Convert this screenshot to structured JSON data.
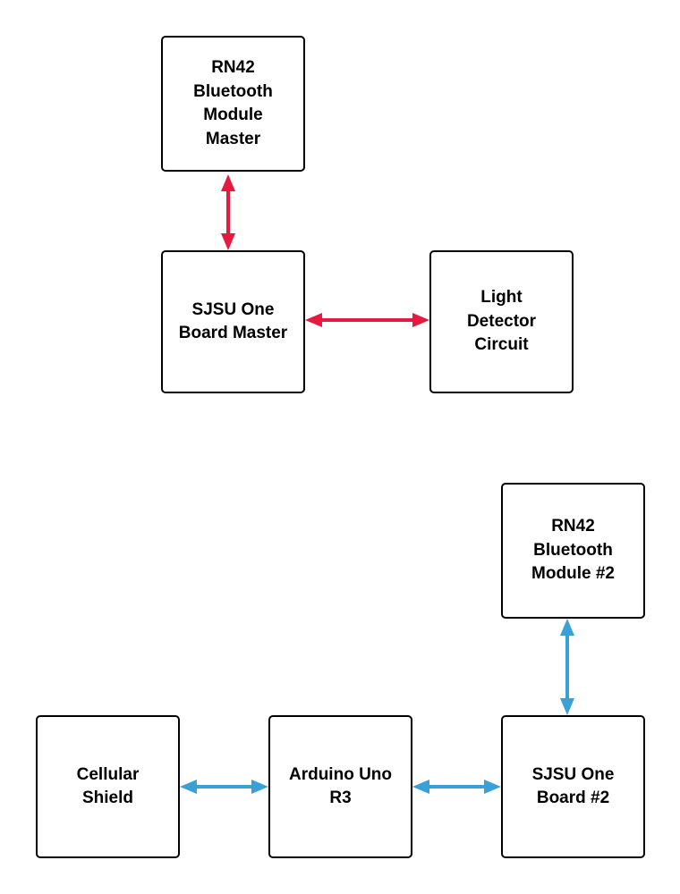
{
  "colors": {
    "master_link": "#e8193f",
    "node2_link": "#3aa1d6",
    "box_border": "#000000"
  },
  "nodes": {
    "rn42_master": "RN42\nBluetooth\nModule\nMaster",
    "sjsu_master": "SJSU One\nBoard Master",
    "light_detector": "Light\nDetector\nCircuit",
    "rn42_2": "RN42\nBluetooth\nModule #2",
    "cellular_shield": "Cellular\nShield",
    "arduino": "Arduino Uno\nR3",
    "sjsu_2": "SJSU One\nBoard #2"
  },
  "links": [
    {
      "from": "rn42_master",
      "to": "sjsu_master",
      "direction": "bidirectional",
      "color": "master_link"
    },
    {
      "from": "sjsu_master",
      "to": "light_detector",
      "direction": "bidirectional",
      "color": "master_link"
    },
    {
      "from": "rn42_2",
      "to": "sjsu_2",
      "direction": "bidirectional",
      "color": "node2_link"
    },
    {
      "from": "cellular_shield",
      "to": "arduino",
      "direction": "bidirectional",
      "color": "node2_link"
    },
    {
      "from": "arduino",
      "to": "sjsu_2",
      "direction": "bidirectional",
      "color": "node2_link"
    }
  ]
}
